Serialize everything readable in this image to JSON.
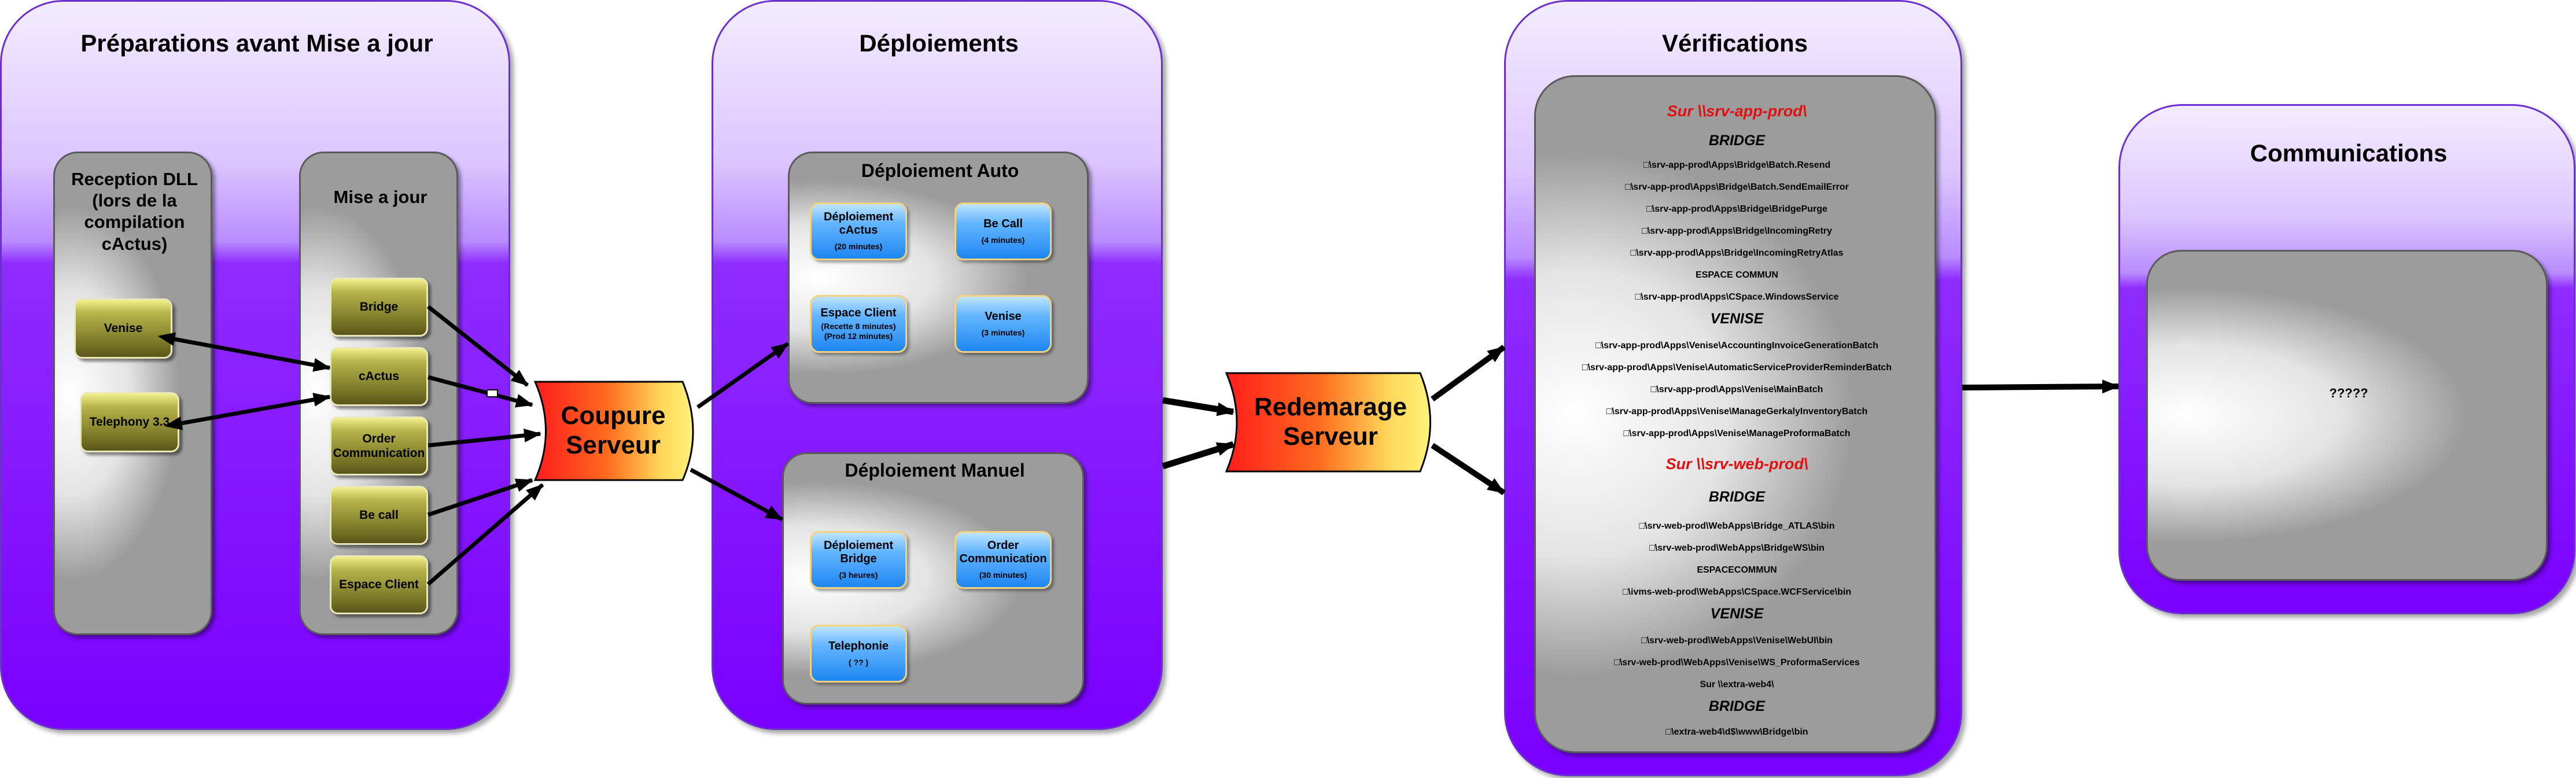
{
  "sections": {
    "prep": "Préparations avant Mise a jour",
    "deploy": "Déploiements",
    "verif": "Vérifications",
    "comm": "Communications"
  },
  "prep": {
    "reception_title": "Reception DLL\n(lors de la\ncompilation\ncActus)",
    "reception_items": [
      "Venise",
      "Telephony 3.3"
    ],
    "maj_title": "Mise a jour",
    "maj_items": [
      "Bridge",
      "cActus",
      "Order\nCommunication",
      "Be call",
      "Espace Client"
    ]
  },
  "servers": {
    "coupure": "Coupure\nServeur",
    "redemarage": "Redemarage\nServeur"
  },
  "deploy": {
    "auto_title": "Déploiement Auto",
    "manual_title": "Déploiement Manuel",
    "auto": [
      {
        "title": "Déploiement\ncActus",
        "sub": "(20 minutes)"
      },
      {
        "title": "Be Call",
        "sub": "(4 minutes)"
      },
      {
        "title": "Espace Client",
        "sub": "(Recette 8 minutes)\n(Prod 12 minutes)"
      },
      {
        "title": "Venise",
        "sub": "(3 minutes)"
      }
    ],
    "manual": [
      {
        "title": "Déploiement\nBridge",
        "sub": "(3 heures)"
      },
      {
        "title": "Order\nCommunication",
        "sub": "(30 minutes)"
      },
      {
        "title": "Telephonie",
        "sub": "( ?? )"
      }
    ]
  },
  "verif": {
    "app_header": "Sur \\\\srv-app-prod\\",
    "app_bridge_head": "BRIDGE",
    "app_bridge": [
      "□\\srv-app-prod\\Apps\\Bridge\\Batch.Resend",
      "□\\srv-app-prod\\Apps\\Bridge\\Batch.SendEmailError",
      "□\\srv-app-prod\\Apps\\Bridge\\BridgePurge",
      "□\\srv-app-prod\\Apps\\Bridge\\IncomingRetry",
      "□\\srv-app-prod\\Apps\\Bridge\\IncomingRetryAtlas"
    ],
    "app_espace": "ESPACE COMMUN",
    "app_espace_line": "□\\srv-app-prod\\Apps\\CSpace.WindowsService",
    "app_venise_head": "VENISE",
    "app_venise": [
      "□\\srv-app-prod\\Apps\\Venise\\AccountingInvoiceGenerationBatch",
      "□\\srv-app-prod\\Apps\\Venise\\AutomaticServiceProviderReminderBatch",
      "□\\srv-app-prod\\Apps\\Venise\\MainBatch",
      "□\\srv-app-prod\\Apps\\Venise\\ManageGerkalyInventoryBatch",
      "□\\srv-app-prod\\Apps\\Venise\\ManageProformaBatch"
    ],
    "web_header": "Sur \\\\srv-web-prod\\",
    "web_bridge_head": "BRIDGE",
    "web_bridge": [
      "□\\srv-web-prod\\WebApps\\Bridge_ATLAS\\bin",
      "□\\srv-web-prod\\WebApps\\BridgeWS\\bin"
    ],
    "web_espace": "ESPACECOMMUN",
    "web_espace_line": "□\\ivms-web-prod\\WebApps\\CSpace.WCFService\\bin",
    "web_venise_head": "VENISE",
    "web_venise": [
      "□\\srv-web-prod\\WebApps\\Venise\\WebUI\\bin",
      "□\\srv-web-prod\\WebApps\\Venise\\WS_ProformaServices"
    ],
    "extra_line": "Sur \\\\extra-web4\\",
    "extra_bridge_head": "BRIDGE",
    "extra_bridge_line": "□\\extra-web4\\d$\\www\\Bridge\\bin"
  },
  "comm": {
    "text": "?????"
  }
}
